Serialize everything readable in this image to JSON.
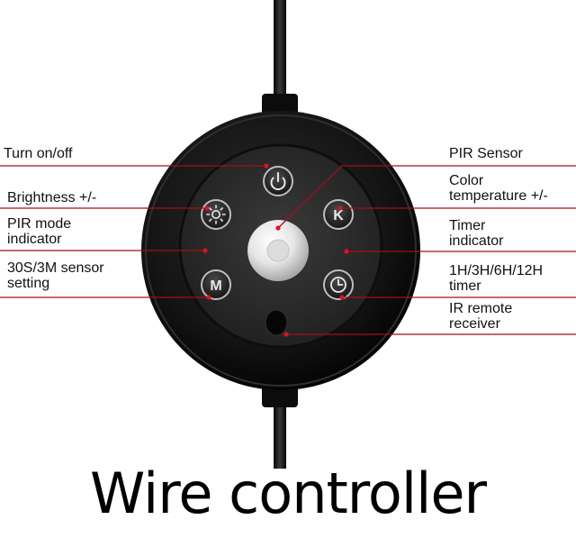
{
  "labels": {
    "turn_on_off": [
      "Turn on/off"
    ],
    "brightness": [
      "Brightness +/-"
    ],
    "pir_mode": [
      "PIR mode",
      "indicator"
    ],
    "sensor_setting": [
      "30S/3M sensor",
      "setting"
    ],
    "pir_sensor": [
      "PIR Sensor"
    ],
    "color_temp": [
      "Color",
      "temperature +/-"
    ],
    "timer_indicator": [
      "Timer",
      "indicator"
    ],
    "timer": [
      "1H/3H/6H/12H",
      "timer"
    ],
    "ir_receiver": [
      "IR remote",
      "receiver"
    ]
  },
  "buttons": {
    "color_temp_letter": "K",
    "mode_letter": "M"
  },
  "title": "Wire controller",
  "colors": {
    "body": "#141414",
    "face": "#2a2a2a",
    "leader": "#a0101a",
    "dot": "#e01020"
  }
}
